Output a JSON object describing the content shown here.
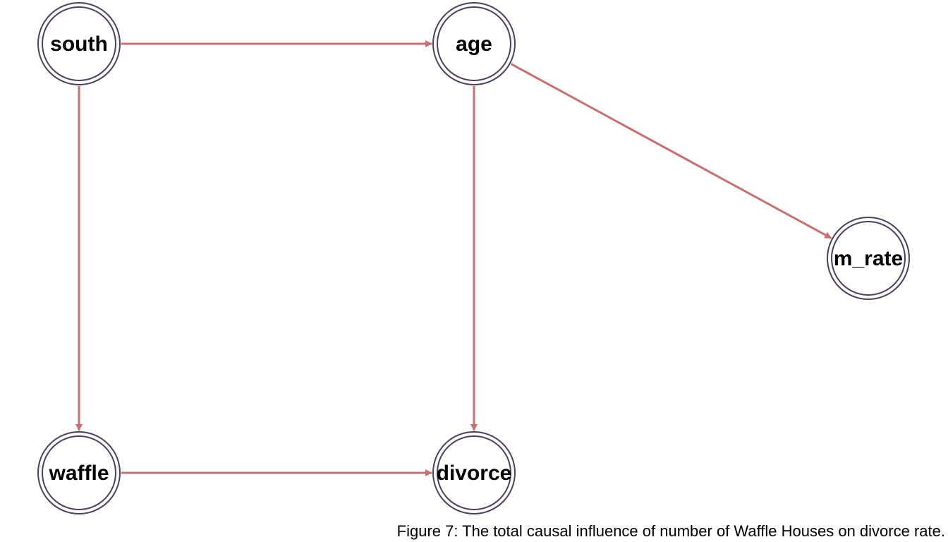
{
  "caption": "Figure 7: The total causal influence of number of Waffle Houses on divorce rate.",
  "colors": {
    "edge": "#c87070",
    "node_stroke": "#4d4060",
    "node_fill": "#ffffff",
    "text": "#000000"
  },
  "nodes": [
    {
      "id": "south",
      "label": "south"
    },
    {
      "id": "age",
      "label": "age"
    },
    {
      "id": "m_rate",
      "label": "m_rate"
    },
    {
      "id": "waffle",
      "label": "waffle"
    },
    {
      "id": "divorce",
      "label": "divorce"
    }
  ],
  "edges": [
    {
      "from": "south",
      "to": "age"
    },
    {
      "from": "south",
      "to": "waffle"
    },
    {
      "from": "age",
      "to": "divorce"
    },
    {
      "from": "age",
      "to": "m_rate"
    },
    {
      "from": "waffle",
      "to": "divorce"
    }
  ]
}
